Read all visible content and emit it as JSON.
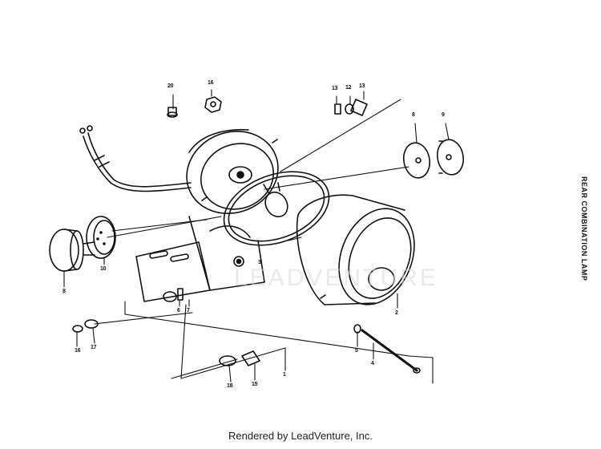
{
  "diagram": {
    "side_title": "REAR COMBINATION LAMP",
    "watermark": "LEADVENTURE",
    "footer": "Rendered by LeadVenture, Inc.",
    "callouts": [
      "20",
      "16",
      "13",
      "12",
      "13",
      "8",
      "9",
      "8",
      "10",
      "3",
      "2",
      "5",
      "4",
      "6",
      "7",
      "16",
      "17",
      "1",
      "18",
      "15"
    ]
  }
}
